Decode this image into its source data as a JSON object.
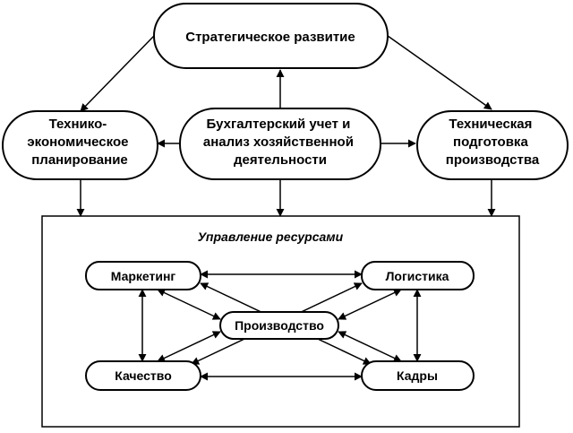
{
  "nodes": {
    "strategic": {
      "lines": [
        "Стратегическое развитие"
      ]
    },
    "tech_econ": {
      "lines": [
        "Технико-",
        "экономическое",
        "планирование"
      ]
    },
    "accounting": {
      "lines": [
        "Бухгалтерский учет и",
        "анализ хозяйственной",
        "деятельности"
      ]
    },
    "tech_prep": {
      "lines": [
        "Техническая",
        "подготовка",
        "производства"
      ]
    },
    "marketing": {
      "lines": [
        "Маркетинг"
      ]
    },
    "logistics": {
      "lines": [
        "Логистика"
      ]
    },
    "production": {
      "lines": [
        "Производство"
      ]
    },
    "quality": {
      "lines": [
        "Качество"
      ]
    },
    "personnel": {
      "lines": [
        "Кадры"
      ]
    }
  },
  "resource_frame": {
    "title": "Управление ресурсами"
  },
  "edges": [
    {
      "from": "strategic",
      "to": "tech_econ",
      "arrows": "end"
    },
    {
      "from": "strategic",
      "to": "tech_prep",
      "arrows": "end"
    },
    {
      "from": "accounting",
      "to": "strategic",
      "arrows": "end"
    },
    {
      "from": "accounting",
      "to": "tech_econ",
      "arrows": "end"
    },
    {
      "from": "accounting",
      "to": "tech_prep",
      "arrows": "end"
    },
    {
      "from": "tech_econ",
      "to": "resource_frame",
      "arrows": "end"
    },
    {
      "from": "accounting",
      "to": "resource_frame",
      "arrows": "end"
    },
    {
      "from": "tech_prep",
      "to": "resource_frame",
      "arrows": "end"
    },
    {
      "from": "marketing",
      "to": "logistics",
      "arrows": "both"
    },
    {
      "from": "quality",
      "to": "personnel",
      "arrows": "both"
    },
    {
      "from": "marketing",
      "to": "quality",
      "arrows": "both"
    },
    {
      "from": "logistics",
      "to": "personnel",
      "arrows": "both"
    },
    {
      "from": "marketing",
      "to": "production",
      "arrows": "both"
    },
    {
      "from": "logistics",
      "to": "production",
      "arrows": "both"
    },
    {
      "from": "quality",
      "to": "production",
      "arrows": "both"
    },
    {
      "from": "personnel",
      "to": "production",
      "arrows": "both"
    },
    {
      "from": "marketing",
      "to": "personnel",
      "arrows": "both"
    },
    {
      "from": "logistics",
      "to": "quality",
      "arrows": "both"
    }
  ]
}
